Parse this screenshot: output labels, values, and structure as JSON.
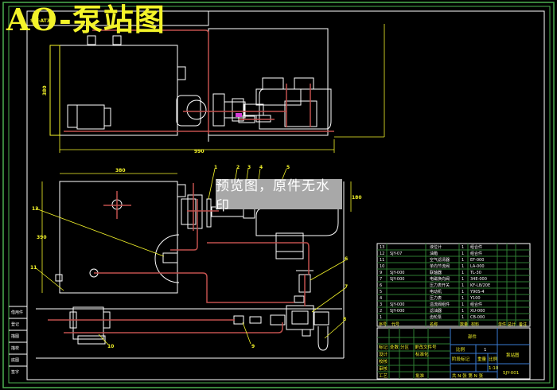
{
  "drawing": {
    "title": "AO-泵站图",
    "watermark": "预览图，原件无水印",
    "top_view_label": "SJY-AT3",
    "colors": {
      "background": "#000000",
      "outline": "#ffffff",
      "dimension": "#f4f42a",
      "pipe": "#c0504d",
      "frame": "#4caf50",
      "table_line": "#2e7d32",
      "title_block_line": "#3a7bd5",
      "highlight": "#d63bd6"
    },
    "dimensions": {
      "top_width": "990",
      "top_height": "380",
      "front_width": "380",
      "front_height": "390",
      "right_height": "180"
    },
    "balloons": [
      "1",
      "2",
      "3",
      "4",
      "5",
      "6",
      "7",
      "8",
      "9",
      "10",
      "11",
      "13"
    ]
  },
  "bom": {
    "rows": [
      {
        "no": "13",
        "code": "",
        "name": "液位计",
        "qty": "1",
        "material": "组合件"
      },
      {
        "no": "12",
        "code": "SJY-07",
        "name": "油箱",
        "qty": "1",
        "material": "组合件"
      },
      {
        "no": "11",
        "code": "",
        "name": "空气滤清器",
        "qty": "1",
        "material": "EF-000"
      },
      {
        "no": "10",
        "code": "",
        "name": "单向节流阀",
        "qty": "1",
        "material": "LA-000"
      },
      {
        "no": "9",
        "code": "SJY-000",
        "name": "联轴器",
        "qty": "1",
        "material": "TL-30"
      },
      {
        "no": "7",
        "code": "SJY-000",
        "name": "电磁换向阀",
        "qty": "1",
        "material": "34E-000"
      },
      {
        "no": "6",
        "code": "",
        "name": "压力表开关",
        "qty": "1",
        "material": "KF-L8/20E"
      },
      {
        "no": "5",
        "code": "",
        "name": "电动机",
        "qty": "1",
        "material": "Y90S-4"
      },
      {
        "no": "4",
        "code": "",
        "name": "压力表",
        "qty": "1",
        "material": "Y100"
      },
      {
        "no": "3",
        "code": "SJY-000",
        "name": "溢流阀组件",
        "qty": "1",
        "material": "组合件"
      },
      {
        "no": "2",
        "code": "SJY-000",
        "name": "滤油器",
        "qty": "1",
        "material": "XU-000"
      },
      {
        "no": "1",
        "code": "",
        "name": "齿轮泵",
        "qty": "1",
        "material": "CB-000"
      }
    ],
    "header": [
      "序号",
      "代号",
      "名称",
      "数量",
      "材料",
      "单件",
      "总计",
      "备注"
    ]
  },
  "title_block": {
    "part_type": "部件",
    "scale_label": "比例",
    "scale_value": "1",
    "stage_label": "阶段标记",
    "weight_label": "重量",
    "ratio_label": "比例",
    "ratio_value": "1:10",
    "drawing_name": "泵站图",
    "drawing_number": "SJY-001",
    "sheets": "共 N 张 第 N 张",
    "signature_row": [
      "标记",
      "处数",
      "分区",
      "更改文件号",
      "签名",
      "年月日"
    ],
    "roles": [
      "设计",
      "校核",
      "审核",
      "工艺"
    ],
    "standardization": "标准化",
    "approve": "批准"
  },
  "left_strip": {
    "labels": [
      "借用件",
      "登记",
      "描图",
      "描校",
      "底图",
      "签字"
    ]
  }
}
